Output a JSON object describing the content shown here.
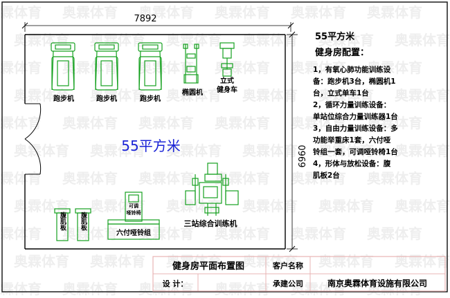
{
  "colors": {
    "equipment": "#14a01e",
    "line": "#000000",
    "area_label": "#1a23d6",
    "title_block": "#e8b4b4"
  },
  "dimensions": {
    "width_mm": "7892",
    "depth_mm": "6960"
  },
  "room": {
    "area_label": "55平方米"
  },
  "equipment": {
    "treadmill_1": "跑步机",
    "treadmill_2": "跑步机",
    "treadmill_3": "跑步机",
    "elliptical": "椭圆机",
    "upright_bike_line1": "立式",
    "upright_bike_line2": "健身车",
    "ab_board_1": "腹肌板",
    "ab_board_2": "腹肌板",
    "adjustable_bench_line1": "可调",
    "adjustable_bench_line2": "哑铃椅",
    "dumbbell_set": "六付哑铃组",
    "multi_station": "三站综合训练机"
  },
  "config_panel": {
    "area": "55平方米",
    "heading": "健身房配置：",
    "lines": [
      "1，有氧心肺功能训练设",
      "备：跑步机3台，椭圆机1",
      "台，立式单车1台",
      "2，循环力量训练设备：",
      "单站位综合力量训练器1台",
      "3，自由力量训练设备：多",
      "功能举重床1套，六付哑",
      "铃组一套，可调哑铃椅1台",
      "4，形体与放松设备：腹",
      "肌板2台"
    ]
  },
  "title_block": {
    "drawing_title": "健身房平面布置图",
    "client_label": "客户名称",
    "designer_label": "设 计：",
    "contractor_label": "承建公司",
    "contractor_name": "南京奥霖体育设施有限公司"
  },
  "watermark": {
    "text": "奥霖体育"
  }
}
